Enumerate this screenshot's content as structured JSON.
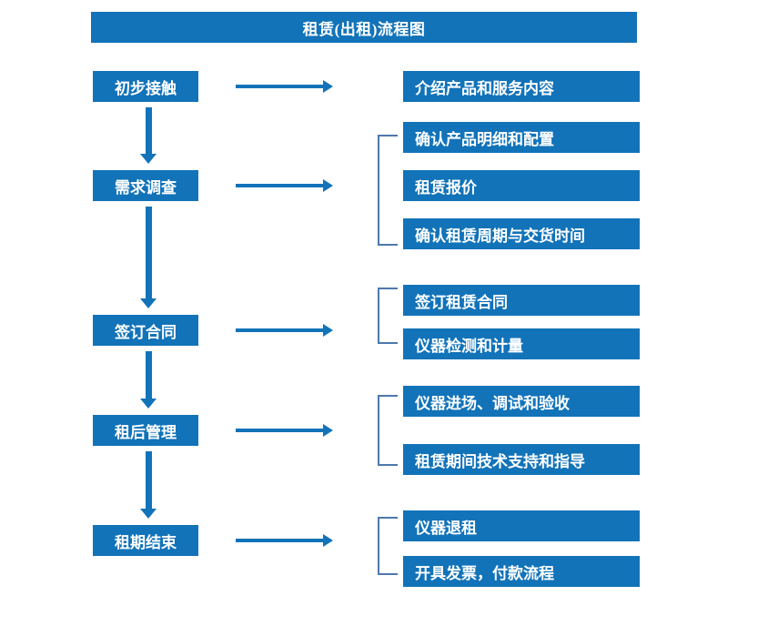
{
  "diagram": {
    "title": "租赁(出租)流程图",
    "colors": {
      "box_fill": "#1273B9",
      "box_text": "#FFFFFF",
      "arrow": "#1273B9",
      "bracket": "#4E78AC",
      "background": "#FFFFFF"
    },
    "stages": [
      {
        "id": "stage-1",
        "label": "初步接触"
      },
      {
        "id": "stage-2",
        "label": "需求调查"
      },
      {
        "id": "stage-3",
        "label": "签订合同"
      },
      {
        "id": "stage-4",
        "label": "租后管理"
      },
      {
        "id": "stage-5",
        "label": "租期结束"
      }
    ],
    "details": [
      {
        "id": "detail-1",
        "label": "介绍产品和服务内容"
      },
      {
        "id": "detail-2",
        "label": "确认产品明细和配置"
      },
      {
        "id": "detail-3",
        "label": "租赁报价"
      },
      {
        "id": "detail-4",
        "label": "确认租赁周期与交货时间"
      },
      {
        "id": "detail-5",
        "label": "签订租赁合同"
      },
      {
        "id": "detail-6",
        "label": "仪器检测和计量"
      },
      {
        "id": "detail-7",
        "label": "仪器进场、调试和验收"
      },
      {
        "id": "detail-8",
        "label": "租赁期间技术支持和指导"
      },
      {
        "id": "detail-9",
        "label": "仪器退租"
      },
      {
        "id": "detail-10",
        "label": "开具发票，付款流程"
      }
    ]
  }
}
